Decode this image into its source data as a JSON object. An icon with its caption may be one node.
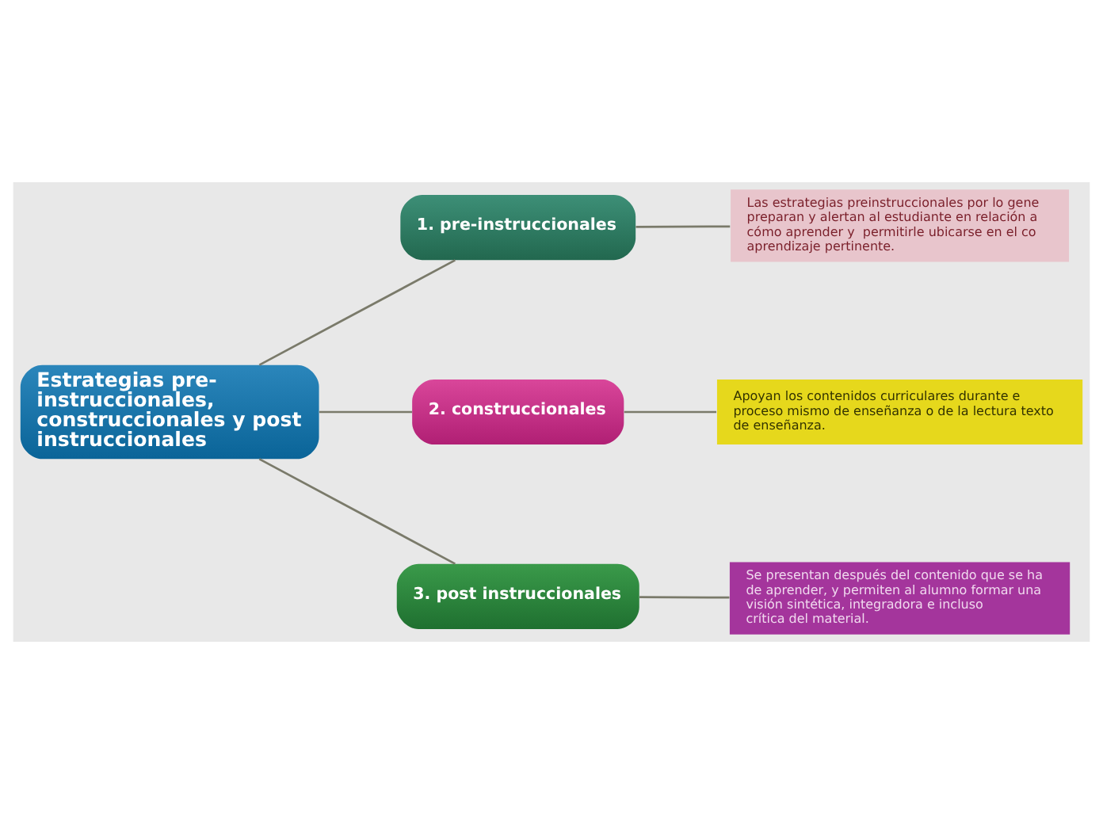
{
  "diagram": {
    "nodes": [
      {
        "text": [
          "Estrategias pre-instruccionales, construccionales y post instruccionales"
        ]
      },
      {
        "text": [
          "1. pre-instruccionales"
        ]
      },
      {
        "text": [
          "Las estrategias preinstruccionales por lo gene preparan y alertan al estudiante en relación a cómo aprender y  permitirle ubicarse en el co aprendizaje pertinente."
        ]
      },
      {
        "text": [
          "2. construccionales"
        ]
      },
      {
        "text": [
          "Apoyan los contenidos curriculares durante e proceso mismo de enseñanza o de la lectura texto de enseñanza."
        ]
      },
      {
        "text": [
          "3. post instruccionales"
        ]
      },
      {
        "text": [
          "Se presentan después del contenido que se ha de aprender, y permiten al alumno formar una visión sintética, integradora e incluso crítica del material."
        ]
      }
    ],
    "edges": [
      {
        "from": 0,
        "to": 1,
        "arrow": "none"
      },
      {
        "from": 1,
        "to": 2,
        "arrow": "none"
      },
      {
        "from": 0,
        "to": 3,
        "arrow": "none"
      },
      {
        "from": 3,
        "to": 4,
        "arrow": "none"
      },
      {
        "from": 0,
        "to": 5,
        "arrow": "none"
      },
      {
        "from": 5,
        "to": 6,
        "arrow": "none"
      }
    ]
  }
}
